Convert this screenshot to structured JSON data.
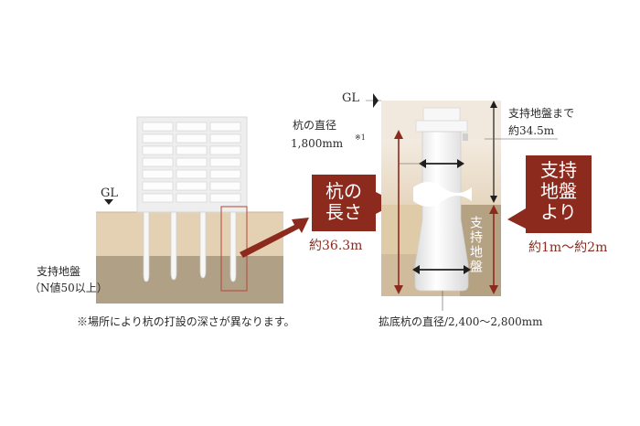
{
  "left": {
    "gl": "GL",
    "bearing": "支持地盤",
    "n_value": "（N値50以上）"
  },
  "right": {
    "gl": "GL",
    "pile_diameter_label": "杭の直径",
    "pile_diameter_value": "1,800mm",
    "pile_diameter_note": "※1",
    "depth_to_bearing_label": "支持地盤まで",
    "depth_to_bearing_value": "約34.5m",
    "bearing_vertical": "支持地盤",
    "enlarged_base": "拡底杭の直径/2,400〜2,800mm"
  },
  "callout_length": {
    "line1": "杭の",
    "line2": "長さ",
    "value": "約36.3m"
  },
  "callout_bearing": {
    "line1": "支持",
    "line2": "地盤",
    "line3": "より",
    "value": "約1m〜約2m"
  },
  "footnote": "※場所により杭の打設の深さが異なります。",
  "colors": {
    "accent": "#8c2a1e",
    "soil_top": "#efe5d7",
    "soil_mid": "#ddc7a8",
    "bearing": "#b3a387",
    "pile": "#f4f4f4"
  }
}
